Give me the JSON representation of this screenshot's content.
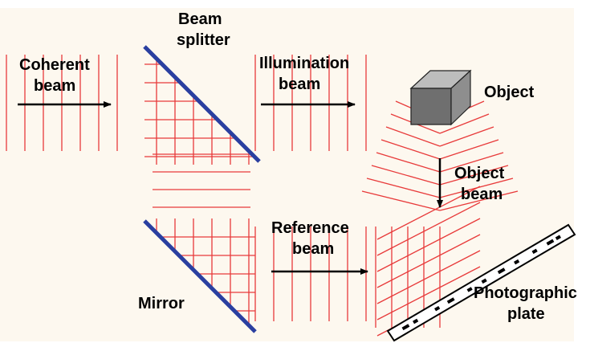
{
  "labels": {
    "coherent_beam": [
      "Coherent",
      "beam"
    ],
    "beam_splitter": [
      "Beam",
      "splitter"
    ],
    "illumination_beam": [
      "Illumination",
      "beam"
    ],
    "object": "Object",
    "object_beam": [
      "Object",
      "beam"
    ],
    "reference_beam": [
      "Reference",
      "beam"
    ],
    "mirror": "Mirror",
    "photographic_plate": [
      "Photographic",
      "plate"
    ]
  },
  "colors": {
    "background": "#fdf8ef",
    "wavefront": "#e83a3a",
    "optic": "#2a3fa0",
    "arrow": "#000000",
    "cube_front": "#6f6f6f",
    "cube_top": "#bdbdbd",
    "cube_side": "#8e8e8e"
  }
}
